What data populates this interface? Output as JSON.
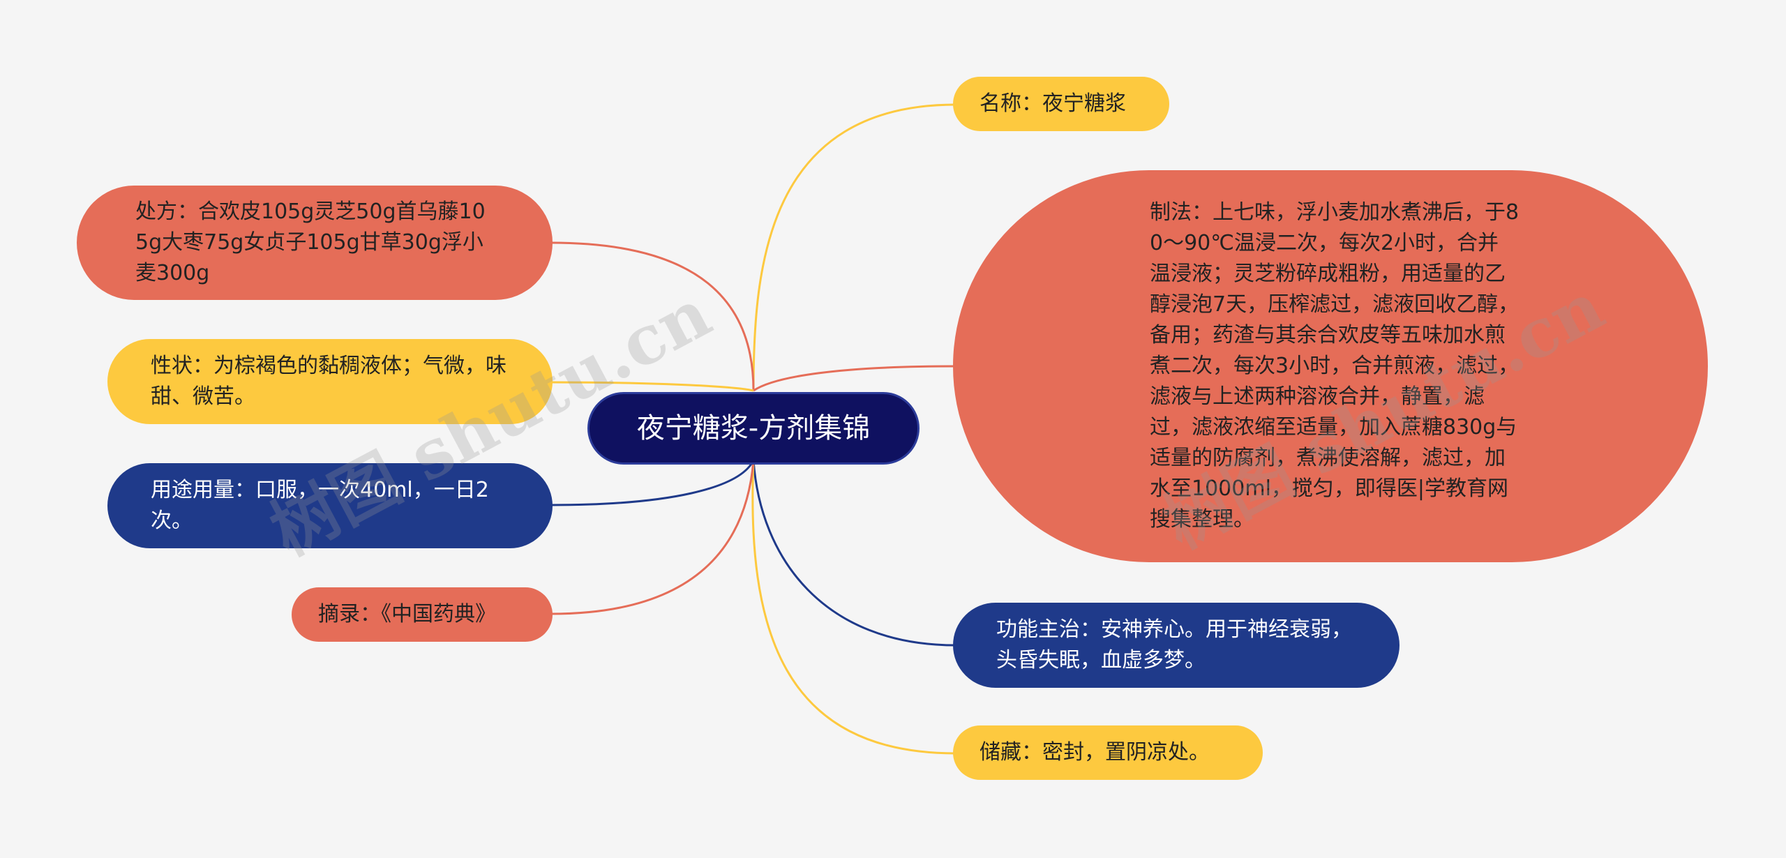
{
  "center": {
    "label": "夜宁糖浆-方剂集锦"
  },
  "nodes": {
    "name": "名称：夜宁糖浆",
    "method": "制法：上七味，浮小麦加水煮沸后，于80～90℃温浸二次，每次2小时，合并温浸液；灵芝粉碎成粗粉，用适量的乙醇浸泡7天，压榨滤过，滤液回收乙醇，备用；药渣与其余合欢皮等五味加水煎煮二次，每次3小时，合并煎液，滤过，滤液与上述两种溶液合并，静置，滤过，滤液浓缩至适量，加入蔗糖830g与适量的防腐剂，煮沸使溶解，滤过，加水至1000ml，搅匀，即得医|学教育网搜集整理。",
    "function": "功能主治：安神养心。用于神经衰弱，头昏失眠，血虚多梦。",
    "storage": "储藏：密封，置阴凉处。",
    "prescription": "处方：合欢皮105g灵芝50g首乌藤105g大枣75g女贞子105g甘草30g浮小麦300g",
    "property": "性状：为棕褐色的黏稠液体；气微，味甜、微苦。",
    "usage": "用途用量：口服，一次40ml，一日2次。",
    "source": "摘录：《中国药典》"
  },
  "watermarks": [
    "树图 shutu.cn",
    "树图 shutu.cn"
  ],
  "colors": {
    "background": "#f5f5f5",
    "center": "#0f1160",
    "yellow": "#fdc93f",
    "red": "#e56d58",
    "blue": "#1f3a8a"
  }
}
